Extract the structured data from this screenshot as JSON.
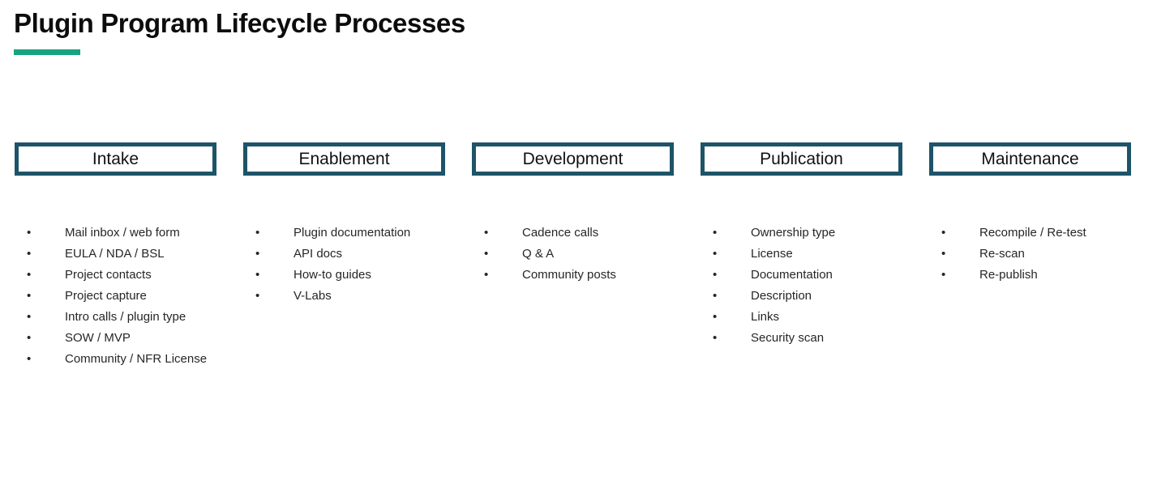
{
  "slide": {
    "title": "Plugin Program Lifecycle Processes",
    "accent_color": "#16a47e",
    "box_border_color": "#1d5468",
    "text_color": "#262626",
    "background_color": "#ffffff",
    "bullet_glyph": "•"
  },
  "columns": [
    {
      "phase": "Intake",
      "items": [
        "Mail inbox / web form",
        "EULA / NDA / BSL",
        "Project contacts",
        "Project capture",
        "Intro calls / plugin type",
        "SOW / MVP",
        "Community / NFR License"
      ]
    },
    {
      "phase": "Enablement",
      "items": [
        "Plugin documentation",
        "API docs",
        "How-to guides",
        "V-Labs"
      ]
    },
    {
      "phase": "Development",
      "items": [
        "Cadence calls",
        "Q & A",
        "Community posts"
      ]
    },
    {
      "phase": "Publication",
      "items": [
        "Ownership type",
        "License",
        "Documentation",
        "Description",
        "Links",
        "Security scan"
      ]
    },
    {
      "phase": "Maintenance",
      "items": [
        "Recompile / Re-test",
        "Re-scan",
        "Re-publish"
      ]
    }
  ]
}
